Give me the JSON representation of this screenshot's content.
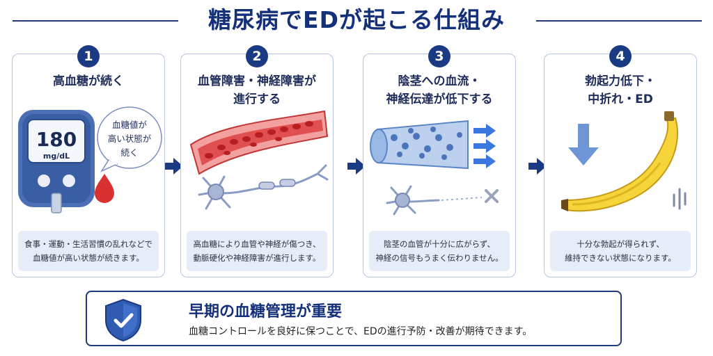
{
  "title": "糖尿病でEDが起こる仕組み",
  "steps": [
    {
      "number": "1",
      "heading_lines": [
        "高血糖が続く"
      ],
      "meter_value": "180",
      "meter_unit": "mg/dL",
      "bubble_lines": [
        "血糖値が",
        "高い状態が",
        "続く"
      ],
      "desc_lines": [
        "食事・運動・生活習慣の乱れなどで",
        "血糖値が高い状態が続きます。"
      ]
    },
    {
      "number": "2",
      "heading_lines": [
        "血管障害・神経障害が",
        "進行する"
      ],
      "desc_lines": [
        "高血糖により血管や神経が傷つき、",
        "動脈硬化や神経障害が進行します。"
      ]
    },
    {
      "number": "3",
      "heading_lines": [
        "陰茎への血流・",
        "神経伝達が低下する"
      ],
      "desc_lines": [
        "陰茎の血管が十分に広がらず、",
        "神経の信号もうまく伝わりません。"
      ]
    },
    {
      "number": "4",
      "heading_lines": [
        "勃起力低下・",
        "中折れ・ED"
      ],
      "desc_lines": [
        "十分な勃起が得られず、",
        "維持できない状態になります。"
      ]
    }
  ],
  "bottom": {
    "title": "早期の血糖管理が重要",
    "text": "血糖コントロールを良好に保つことで、EDの進行予防・改善が期待できます。"
  },
  "colors": {
    "navy": "#1b3a84",
    "blood_red": "#d93030",
    "vessel_blue": "#5a86c8",
    "banana_yellow": "#f5d53a",
    "arrow_blue": "#6e96d6"
  }
}
